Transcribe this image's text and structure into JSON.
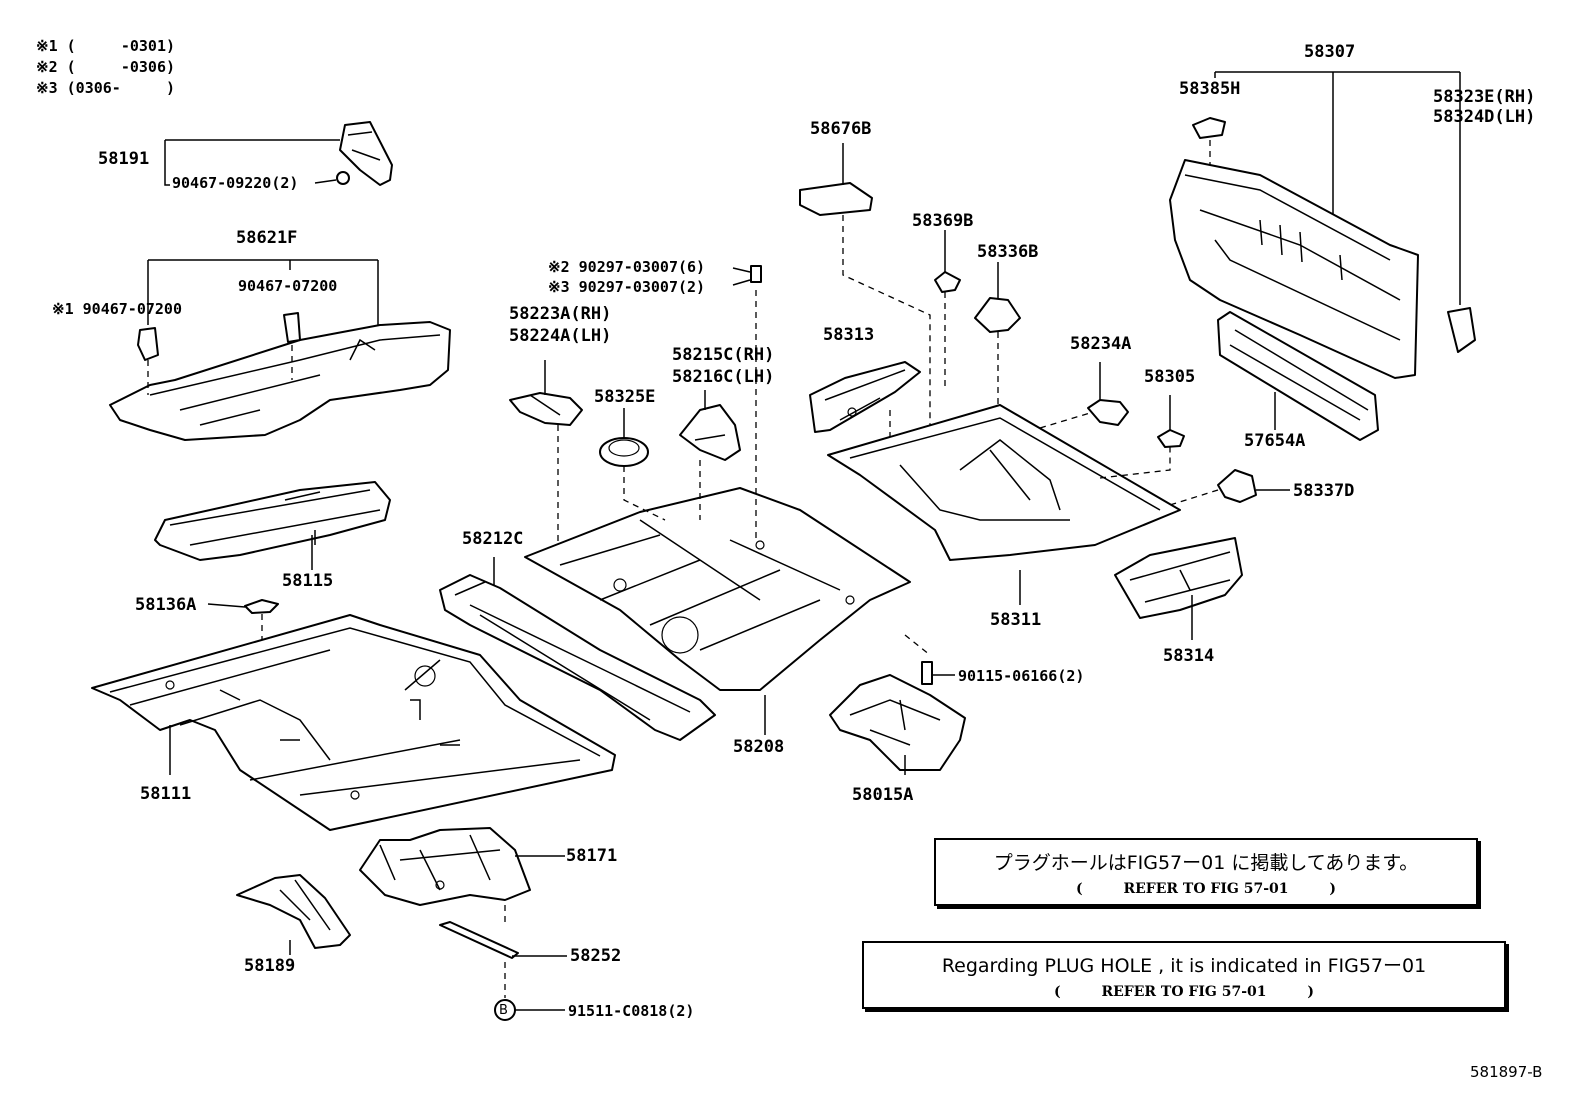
{
  "legend": {
    "row1": "※1 (     -0301)",
    "row2": "※2 (     -0306)",
    "row3": "※3 (0306-     )"
  },
  "labels": {
    "p58191": "58191",
    "p90467_09220": "90467-09220(2)",
    "p58621F": "58621F",
    "p90467_07200a": "※1 90467-07200",
    "p90467_07200b": "90467-07200",
    "p58115": "58115",
    "p58136A": "58136A",
    "p58111": "58111",
    "p58171": "58171",
    "p58189": "58189",
    "p58252": "58252",
    "p91511": "91511-C0818(2)",
    "bolt_b": "B",
    "p90297a": "※2 90297-03007(6)",
    "p90297b": "※3 90297-03007(2)",
    "p58223A": "58223A(RH)",
    "p58224A": "58224A(LH)",
    "p58215C": "58215C(RH)",
    "p58216C": "58216C(LH)",
    "p58325E": "58325E",
    "p58212C": "58212C",
    "p58208": "58208",
    "p58015A": "58015A",
    "p90115": "90115-06166(2)",
    "p58676B": "58676B",
    "p58369B": "58369B",
    "p58336B": "58336B",
    "p58313": "58313",
    "p58234A": "58234A",
    "p58305": "58305",
    "p58311": "58311",
    "p58314": "58314",
    "p58337D": "58337D",
    "p58307": "58307",
    "p58385H": "58385H",
    "p58323E": "58323E(RH)",
    "p58324D": "58324D(LH)",
    "p57654A": "57654A"
  },
  "notes": {
    "jp_text": "プラグホールはFIG57ー01 に掲載してあります。",
    "jp_ref_open": "(",
    "jp_ref": "REFER TO FIG 57-01",
    "jp_ref_close": ")",
    "en_text": "Regarding PLUG HOLE , it is indicated in FIG57ー01",
    "en_ref_open": "(",
    "en_ref": "REFER TO FIG 57-01",
    "en_ref_close": ")"
  },
  "figure_id": "581897-B"
}
